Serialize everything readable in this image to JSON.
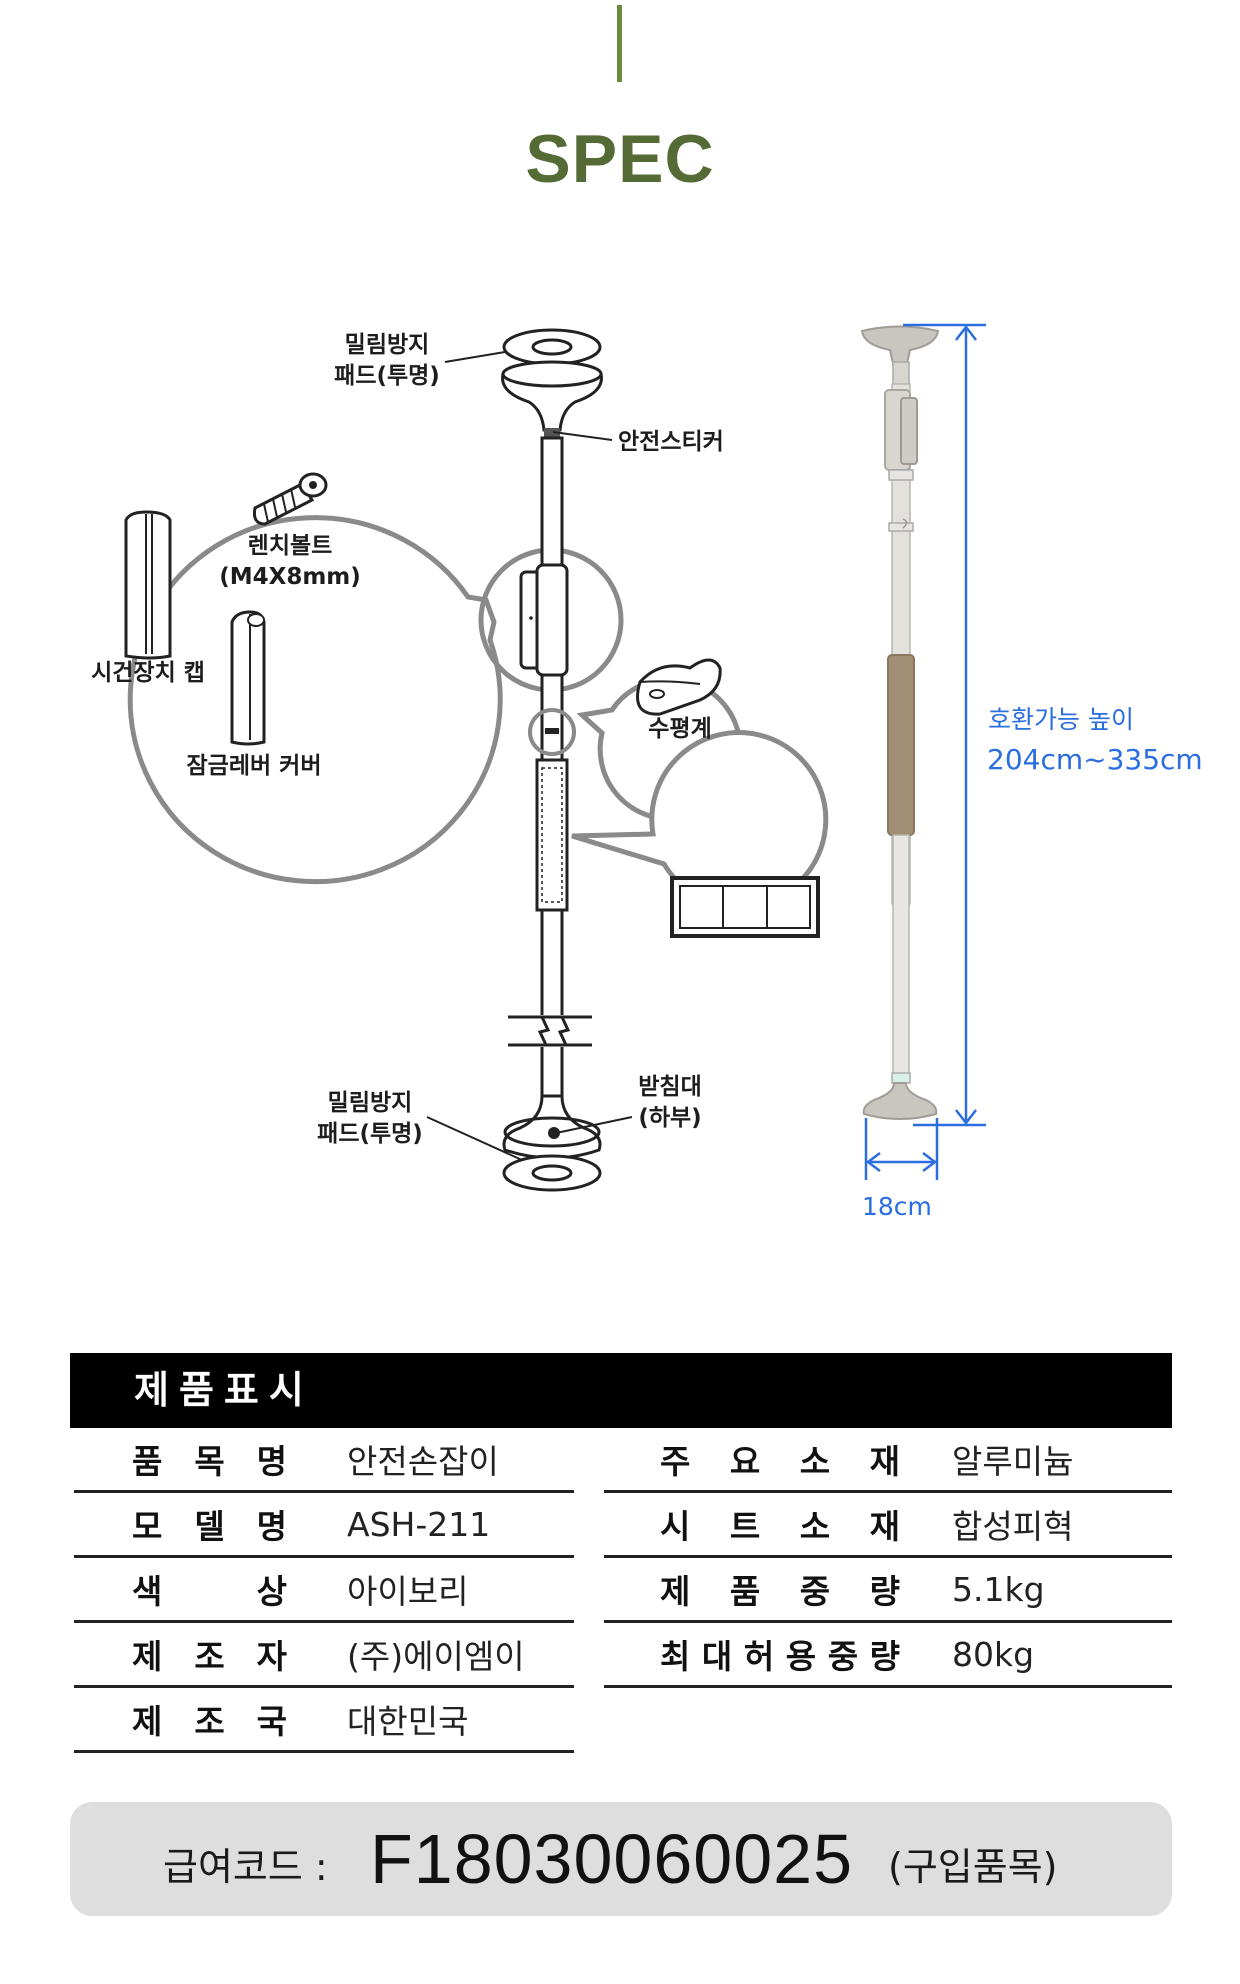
{
  "header": {
    "title": "SPEC"
  },
  "diagram": {
    "labels": {
      "pad_top_1": "밀림방지",
      "pad_top_2": "패드(투명)",
      "safety_sticker": "안전스티커",
      "wrench_bolt_1": "렌치볼트",
      "wrench_bolt_2": "(M4X8mm)",
      "lock_cap": "시건장치 캡",
      "lock_lever_cover": "잠금레버 커버",
      "level": "수평계",
      "pad_bottom_1": "밀림방지",
      "pad_bottom_2": "패드(투명)",
      "base_1": "받침대",
      "base_2": "(하부)"
    },
    "dimensions": {
      "height_label": "호환가능 높이",
      "height_range": "204cm~335cm",
      "width": "18cm"
    },
    "colors": {
      "accent": "#556b35",
      "dimension": "#2a6ee0",
      "grip": "#a18e74"
    }
  },
  "spec": {
    "header": "제품표시",
    "left_rows": [
      {
        "key": [
          "품",
          "목",
          "명"
        ],
        "value": "안전손잡이"
      },
      {
        "key": [
          "모",
          "델",
          "명"
        ],
        "value": "ASH-211"
      },
      {
        "key": [
          "색",
          "상"
        ],
        "value": "아이보리"
      },
      {
        "key": [
          "제",
          "조",
          "자"
        ],
        "value": "(주)에이엠이"
      },
      {
        "key": [
          "제",
          "조",
          "국"
        ],
        "value": "대한민국"
      }
    ],
    "right_rows": [
      {
        "key": [
          "주",
          "요",
          "소",
          "재"
        ],
        "value": "알루미늄"
      },
      {
        "key": [
          "시",
          "트",
          "소",
          "재"
        ],
        "value": "합성피혁"
      },
      {
        "key": [
          "제",
          "품",
          "중",
          "량"
        ],
        "value": "5.1kg"
      },
      {
        "key": [
          "최",
          "대",
          "허",
          "용",
          "중",
          "량"
        ],
        "value": "80kg"
      }
    ]
  },
  "benefit_code": {
    "label": "급여코드 :",
    "value": "F18030060025",
    "note": "(구입품목)"
  }
}
